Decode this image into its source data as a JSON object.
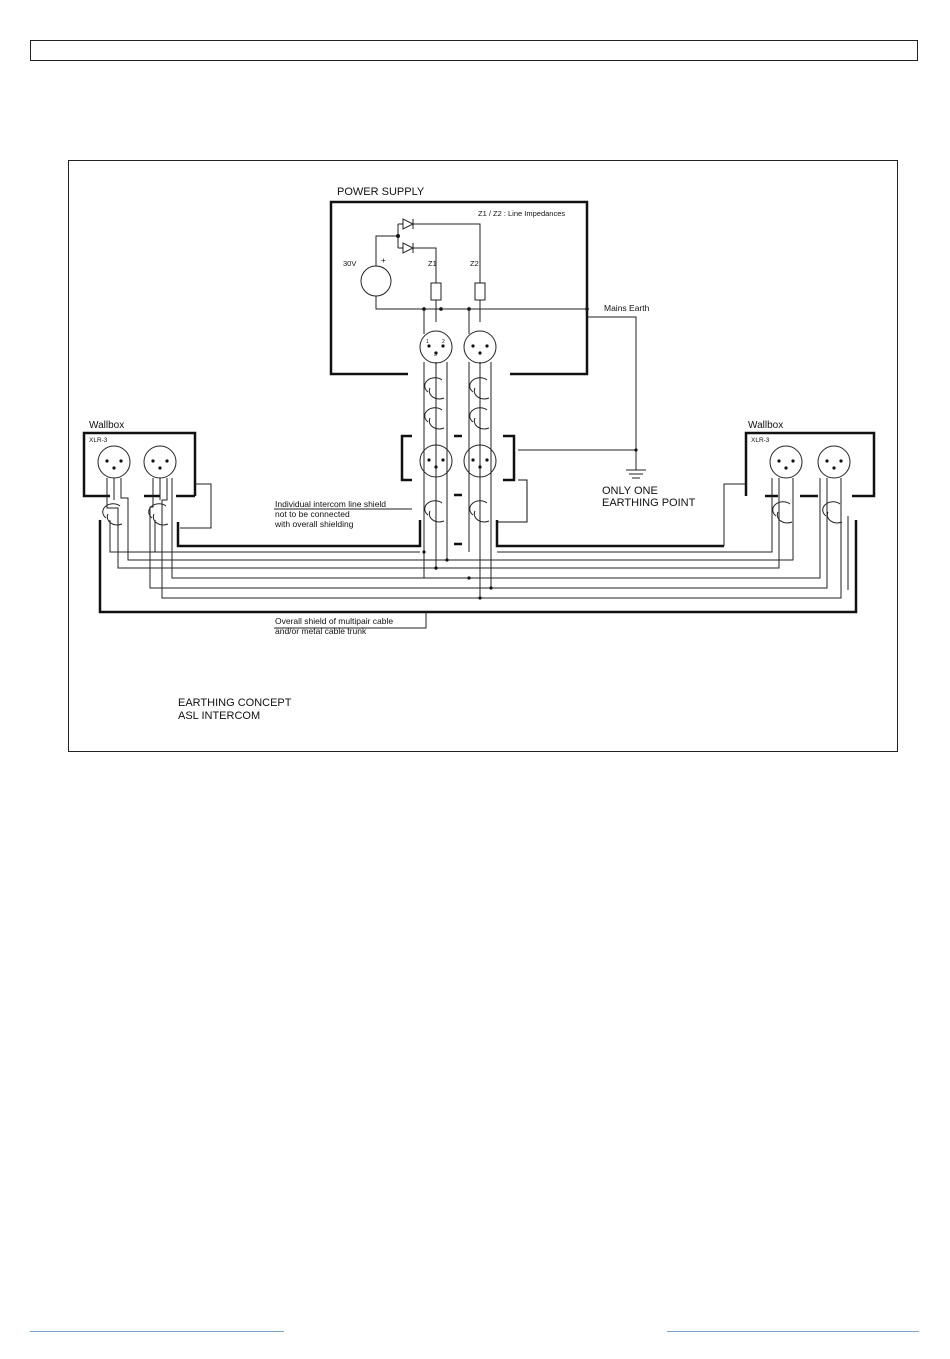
{
  "diagram": {
    "power_supply_label": "POWER SUPPLY",
    "line_impedances_note": "Z1 / Z2 : Line Impedances",
    "voltage_label": "30V",
    "plus_sign": "+",
    "z1_label": "Z1",
    "z2_label": "Z2",
    "mains_earth_label": "Mains Earth",
    "wallbox_left_label": "Wallbox",
    "wallbox_right_label": "Wallbox",
    "xlr_left_label": "XLR-3",
    "xlr_right_label": "XLR-3",
    "earthing_point_line1": "ONLY ONE",
    "earthing_point_line2": "EARTHING POINT",
    "shield_note_line1": "Individual intercom line shield",
    "shield_note_line2": "not to be connected",
    "shield_note_line3": "with overall shielding",
    "overall_shield_line1": "Overall shield of multipair cable",
    "overall_shield_line2": "and/or metal cable trunk",
    "caption_line1": "EARTHING CONCEPT",
    "caption_line2": "ASL INTERCOM",
    "pin_1": "1",
    "pin_2": "2",
    "pin_3": "3"
  }
}
